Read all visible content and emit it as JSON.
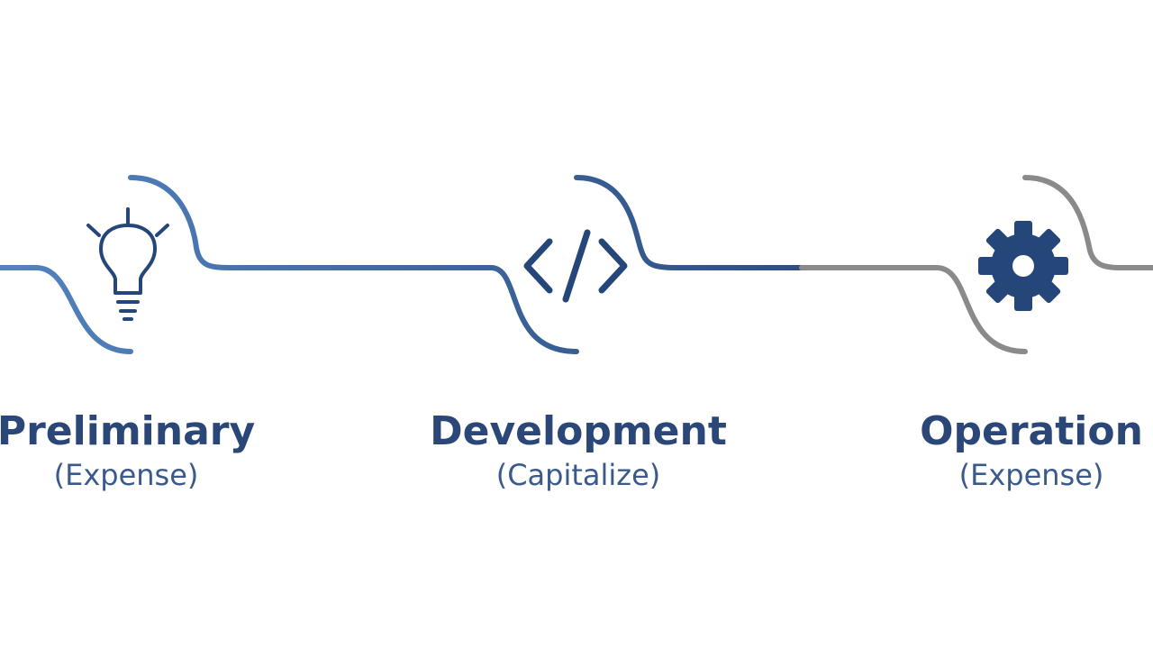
{
  "stages": [
    {
      "id": "preliminary",
      "title": "Preliminary",
      "note": "(Expense)",
      "icon": "lightbulb-icon"
    },
    {
      "id": "development",
      "title": "Development",
      "note": "(Capitalize)",
      "icon": "code-icon"
    },
    {
      "id": "operation",
      "title": "Operation",
      "note": "(Expense)",
      "icon": "gear-icon"
    }
  ],
  "colors": {
    "flow_blue_light": "#4f7fba",
    "flow_blue_dark": "#2d4f82",
    "flow_gray": "#8a8a8a",
    "icon_navy": "#244678",
    "title_navy": "#2b4777"
  }
}
